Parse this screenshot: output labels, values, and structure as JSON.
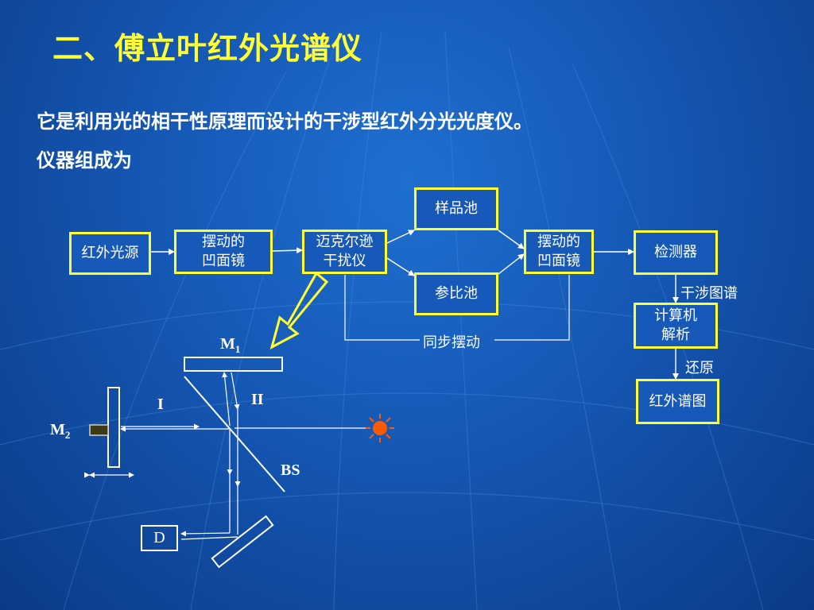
{
  "slide": {
    "title": "二、傅立叶红外光谱仪",
    "intro_line1": "它是利用光的相干性原理而设计的干涉型红外分光光度仪。",
    "intro_line2": "仪器组成为"
  },
  "flow": {
    "source": "红外光源",
    "mirror1_line1": "摆动的",
    "mirror1_line2": "凹面镜",
    "michelson_line1": "迈克尔逊",
    "michelson_line2": "干扰仪",
    "sample_cell": "样品池",
    "reference_cell": "参比池",
    "mirror2_line1": "摆动的",
    "mirror2_line2": "凹面镜",
    "detector": "检测器",
    "computer_line1": "计算机",
    "computer_line2": "解析",
    "ir_spectrum": "红外谱图",
    "interferogram_label": "干涉图谱",
    "restore_label": "还原",
    "sync_label": "同步摆动"
  },
  "optics": {
    "m1": "M",
    "m1_sub": "1",
    "m2": "M",
    "m2_sub": "2",
    "beam1": "I",
    "beam2": "II",
    "splitter": "BS",
    "detector": "D"
  },
  "colors": {
    "accent_yellow": "#ffff33",
    "background_blue": "#1659b8",
    "source_orange": "#ff5a00"
  }
}
